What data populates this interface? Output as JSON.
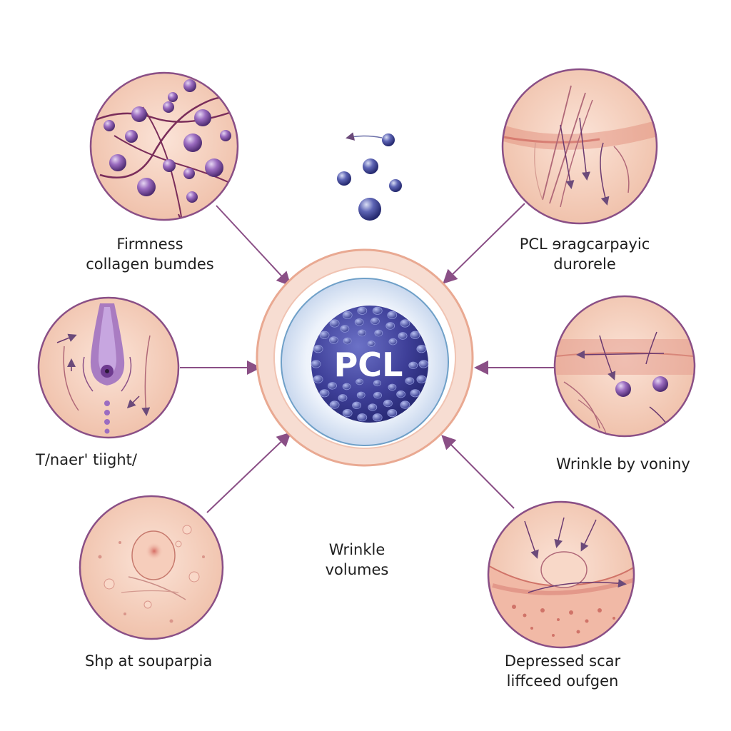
{
  "center": {
    "label": "PCL"
  },
  "panels": {
    "top_left": {
      "lines": [
        "Firmness",
        "collagen bumdes"
      ]
    },
    "top_right": {
      "lines": [
        "PCL  ɘragcarpayic",
        "durorele"
      ]
    },
    "mid_left": {
      "lines": [
        "T/naer' tiight/"
      ]
    },
    "mid_right": {
      "lines": [
        "Wrinkle by voniny"
      ]
    },
    "bottom_left": {
      "lines": [
        "Shp at souparpia"
      ]
    },
    "bottom_right": {
      "lines": [
        "Depressed scar",
        "liffceed oufgen"
      ]
    }
  },
  "center_bottom_caption": {
    "lines": [
      "Wrinkle",
      "volumes"
    ]
  },
  "colors": {
    "arrow": "#8a4f86",
    "skin": "#f3c9b4",
    "ring": "#f1c2ae",
    "core": "#3e3f98",
    "particle": "#7d4fa2",
    "scar": "#d07368"
  }
}
